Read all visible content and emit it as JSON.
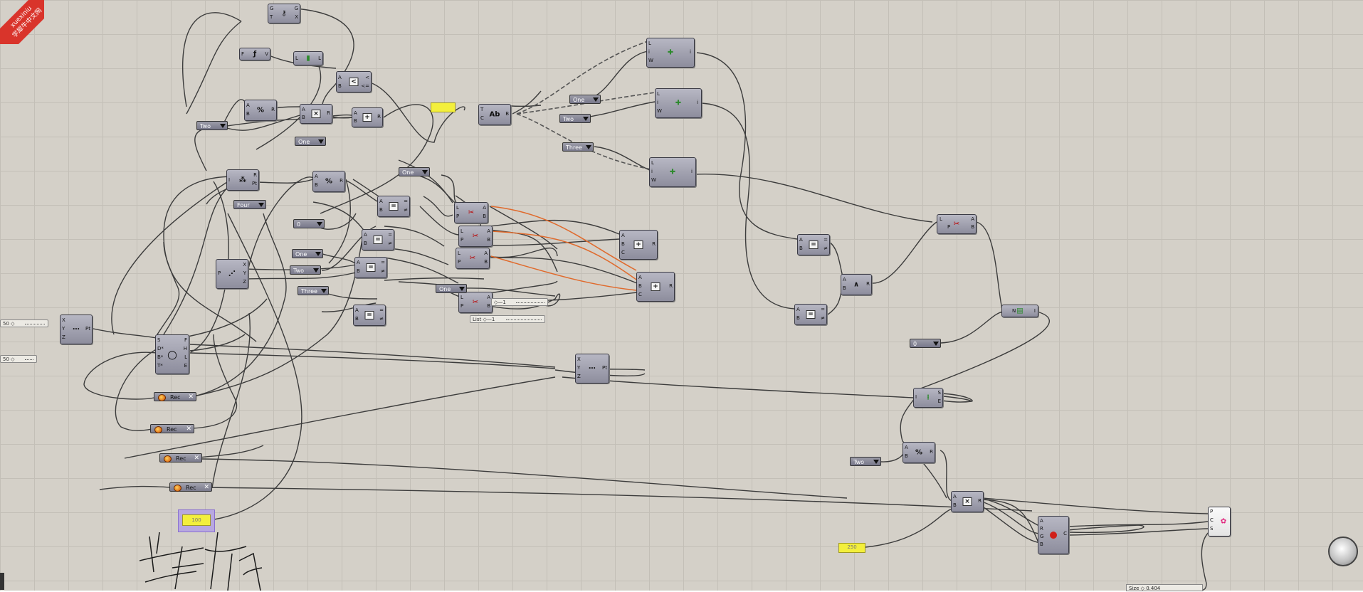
{
  "corner_badge": {
    "line1": "xuexiniu",
    "line2": "学犀牛中文网"
  },
  "value_lists": [
    {
      "id": "two-1",
      "label": "Two"
    },
    {
      "id": "one-1",
      "label": "One"
    },
    {
      "id": "four-1",
      "label": "Four"
    },
    {
      "id": "zero-1",
      "label": "0"
    },
    {
      "id": "one-2",
      "label": "One"
    },
    {
      "id": "two-2",
      "label": "Two"
    },
    {
      "id": "three-1",
      "label": "Three"
    },
    {
      "id": "one-3",
      "label": "One"
    },
    {
      "id": "one-4",
      "label": "One"
    },
    {
      "id": "one-5",
      "label": "One"
    },
    {
      "id": "two-3",
      "label": "Two"
    },
    {
      "id": "three-2",
      "label": "Three"
    },
    {
      "id": "zero-2",
      "label": "0"
    },
    {
      "id": "two-4",
      "label": "Two"
    }
  ],
  "rec_buttons": [
    {
      "label": "Rec"
    },
    {
      "label": "Rec"
    },
    {
      "label": "Rec"
    },
    {
      "label": "Rec"
    }
  ],
  "sliders": [
    {
      "label": "50 ◇"
    },
    {
      "label": "50 ◇"
    },
    {
      "label": "◇—1"
    },
    {
      "label": "List  ◇—1"
    }
  ],
  "status_slider": {
    "label": "Size ◇ 0.404"
  },
  "panels": [
    {
      "label": ""
    },
    {
      "label": "100"
    },
    {
      "label": "250"
    }
  ],
  "nodes": {
    "gate": {
      "pins_l": [
        "G",
        "T"
      ],
      "pins_r": [
        "G",
        "X"
      ],
      "glyph": "⚷"
    },
    "fv": {
      "pins_l": [
        "F"
      ],
      "pins_r": [
        "V"
      ],
      "glyph": "ƒ"
    },
    "list": {
      "pins_l": [
        "L"
      ],
      "pins_r": [
        "L"
      ],
      "glyph": "▮"
    },
    "smaller": {
      "pins_l": [
        "A",
        "B"
      ],
      "pins_r": [
        "<",
        "<="
      ],
      "glyph": "<"
    },
    "mod1": {
      "pins_l": [
        "A",
        "B"
      ],
      "pins_r": [
        "R"
      ],
      "glyph": "%"
    },
    "mul1": {
      "pins_l": [
        "A",
        "B"
      ],
      "pins_r": [
        "R"
      ],
      "glyph": "×"
    },
    "add1": {
      "pins_l": [
        "A",
        "B"
      ],
      "pins_r": [
        "R"
      ],
      "glyph": "+"
    },
    "pop": {
      "pins_l": [
        "I"
      ],
      "pins_r": [
        "R",
        "Pt"
      ],
      "glyph": "⁂"
    },
    "mod2": {
      "pins_l": [
        "A",
        "B"
      ],
      "pins_r": [
        "R"
      ],
      "glyph": "%"
    },
    "eq1": {
      "pins_l": [
        "A",
        "B"
      ],
      "pins_r": [
        "=",
        "≠"
      ],
      "glyph": "="
    },
    "eq2": {
      "pins_l": [
        "A",
        "B"
      ],
      "pins_r": [
        "=",
        "≠"
      ],
      "glyph": "="
    },
    "eq3": {
      "pins_l": [
        "A",
        "B"
      ],
      "pins_r": [
        "=",
        "≠"
      ],
      "glyph": "="
    },
    "eq4": {
      "pins_l": [
        "A",
        "B"
      ],
      "pins_r": [
        "=",
        "≠"
      ],
      "glyph": "="
    },
    "dec": {
      "pins_l": [
        "P"
      ],
      "pins_r": [
        "X",
        "Y",
        "Z"
      ],
      "glyph": "⋰"
    },
    "pt1": {
      "pins_l": [
        "X",
        "Y",
        "Z"
      ],
      "pins_r": [
        "Pt"
      ],
      "glyph": "⋯"
    },
    "circle": {
      "pins_l": [
        "S",
        "D*",
        "B*",
        "T*"
      ],
      "pins_r": [
        "F",
        "H",
        "L",
        "E"
      ],
      "glyph": "○"
    },
    "text": {
      "pins_l": [
        "T",
        "C"
      ],
      "pins_r": [
        "B"
      ],
      "glyph": "Ab"
    },
    "item1": {
      "pins_l": [
        "L",
        "P"
      ],
      "pins_r": [
        "A",
        "B"
      ],
      "glyph": "✂"
    },
    "item2": {
      "pins_l": [
        "L",
        "P"
      ],
      "pins_r": [
        "A",
        "B"
      ],
      "glyph": "✂"
    },
    "item3": {
      "pins_l": [
        "L",
        "P"
      ],
      "pins_r": [
        "A",
        "B"
      ],
      "glyph": "✂"
    },
    "item4": {
      "pins_l": [
        "L",
        "P"
      ],
      "pins_r": [
        "A",
        "B"
      ],
      "glyph": "✂"
    },
    "add2": {
      "pins_l": [
        "A",
        "B",
        "C"
      ],
      "pins_r": [
        "R"
      ],
      "glyph": "+"
    },
    "add3": {
      "pins_l": [
        "A",
        "B",
        "C"
      ],
      "pins_r": [
        "R"
      ],
      "glyph": "+"
    },
    "ins1": {
      "pins_l": [
        "L",
        "i",
        "W"
      ],
      "pins_r": [
        "i"
      ],
      "glyph": "✚"
    },
    "ins2": {
      "pins_l": [
        "L",
        "i",
        "W"
      ],
      "pins_r": [
        "i"
      ],
      "glyph": "✚"
    },
    "ins3": {
      "pins_l": [
        "L",
        "i",
        "W"
      ],
      "pins_r": [
        "i"
      ],
      "glyph": "✚"
    },
    "pt2": {
      "pins_l": [
        "X",
        "Y",
        "Z"
      ],
      "pins_r": [
        "Pt"
      ],
      "glyph": "⋯"
    },
    "eq5": {
      "pins_l": [
        "A",
        "B"
      ],
      "pins_r": [
        "=",
        "≠"
      ],
      "glyph": "="
    },
    "eq6": {
      "pins_l": [
        "A",
        "B"
      ],
      "pins_r": [
        "=",
        "≠"
      ],
      "glyph": "="
    },
    "and": {
      "pins_l": [
        "A",
        "B"
      ],
      "pins_r": [
        "R"
      ],
      "glyph": "∧"
    },
    "dispatch": {
      "pins_l": [
        "L",
        "P"
      ],
      "pins_r": [
        "A",
        "B"
      ],
      "glyph": "✂"
    },
    "series": {
      "pins_l": [
        "N"
      ],
      "pins_r": [
        "I"
      ],
      "glyph": "▤"
    },
    "range": {
      "pins_l": [
        "I"
      ],
      "pins_r": [
        "S",
        "E"
      ],
      "glyph": "⁝"
    },
    "mod3": {
      "pins_l": [
        "A",
        "B"
      ],
      "pins_r": [
        "R"
      ],
      "glyph": "%"
    },
    "mul2": {
      "pins_l": [
        "A",
        "B"
      ],
      "pins_r": [
        "R"
      ],
      "glyph": "×"
    },
    "color": {
      "pins_l": [
        "A",
        "R",
        "G",
        "B"
      ],
      "pins_r": [
        "C"
      ],
      "glyph": "●"
    },
    "preview": {
      "pins_l": [
        "P",
        "C",
        "S"
      ],
      "pins_r": [],
      "glyph": "✿"
    }
  }
}
